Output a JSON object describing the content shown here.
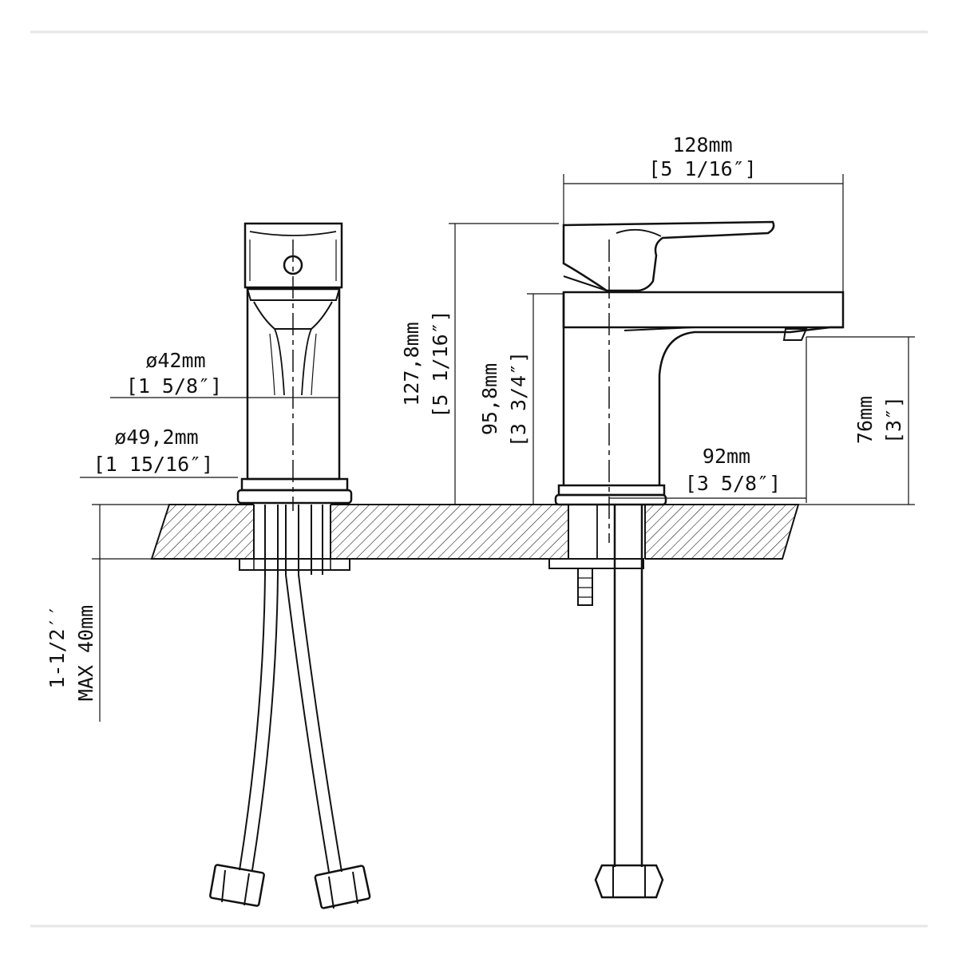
{
  "colors": {
    "line": "#111111",
    "background": "#ffffff",
    "frame": "#e6e6e6"
  },
  "dimensions": {
    "width_top": {
      "metric": "128mm",
      "imperial": "[5 1/16″]"
    },
    "height_total": {
      "metric": "127,8mm",
      "imperial": "[5 1/16″]"
    },
    "height_spout": {
      "metric": "95,8mm",
      "imperial": "[3 3/4″]"
    },
    "height_outlet": {
      "metric": "76mm",
      "imperial": "[3″]"
    },
    "reach": {
      "metric": "92mm",
      "imperial": "[3 5/8″]"
    },
    "diameter_body": {
      "metric": "ø42mm",
      "imperial": "[1 5/8″]"
    },
    "diameter_base": {
      "metric": "ø49,2mm",
      "imperial": "[1 15/16″]"
    },
    "deck_thickness": {
      "line1": "1-1/2′′",
      "line2": "MAX 40mm"
    }
  }
}
